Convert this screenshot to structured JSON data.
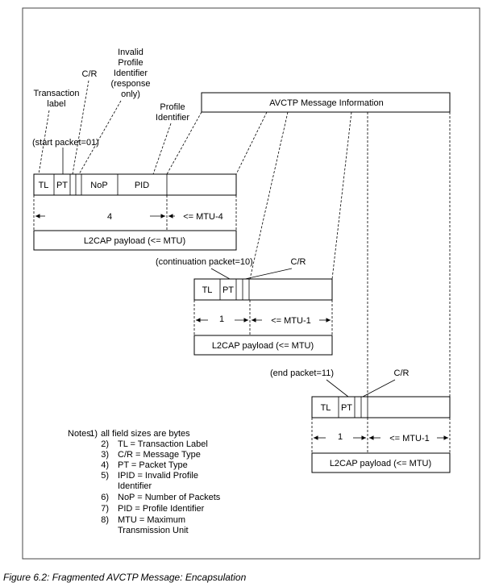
{
  "labels": {
    "invalid_pid": [
      "Invalid",
      "Profile",
      "Identifier",
      "(response",
      "only)"
    ],
    "cr_top": "C/R",
    "transaction": [
      "Transaction",
      "label"
    ],
    "profile_identifier": [
      "Profile",
      "Identifier"
    ],
    "start_packet": "(start packet=01)",
    "avctp_info": "AVCTP Message Information",
    "continuation_packet": "(continuation packet=10)",
    "cr_mid": "C/R",
    "end_packet": "(end packet=11)",
    "cr_end": "C/R"
  },
  "packet1": {
    "tl": "TL",
    "pt": "PT",
    "nop": "NoP",
    "pid": "PID",
    "size_left": "4",
    "size_right": "<= MTU-4",
    "payload": "L2CAP payload (<= MTU)"
  },
  "packet2": {
    "tl": "TL",
    "pt": "PT",
    "size_left": "1",
    "size_right": "<= MTU-1",
    "payload": "L2CAP payload (<= MTU)"
  },
  "packet3": {
    "tl": "TL",
    "pt": "PT",
    "size_left": "1",
    "size_right": "<= MTU-1",
    "payload": "L2CAP payload (<= MTU)"
  },
  "notes": {
    "title": "Notes:",
    "items": [
      {
        "num": "1)",
        "lines": [
          "all field sizes are bytes"
        ]
      },
      {
        "num": "2)",
        "lines": [
          "TL = Transaction Label"
        ]
      },
      {
        "num": "3)",
        "lines": [
          "C/R = Message Type"
        ]
      },
      {
        "num": "4)",
        "lines": [
          "PT = Packet Type"
        ]
      },
      {
        "num": "5)",
        "lines": [
          "IPID = Invalid Profile",
          "Identifier"
        ]
      },
      {
        "num": "6)",
        "lines": [
          "NoP = Number of Packets"
        ]
      },
      {
        "num": "7)",
        "lines": [
          "PID = Profile Identifier"
        ]
      },
      {
        "num": "8)",
        "lines": [
          "MTU = Maximum",
          "Transmission Unit"
        ]
      }
    ]
  },
  "caption": "Figure 6.2: Fragmented AVCTP Message: Encapsulation"
}
